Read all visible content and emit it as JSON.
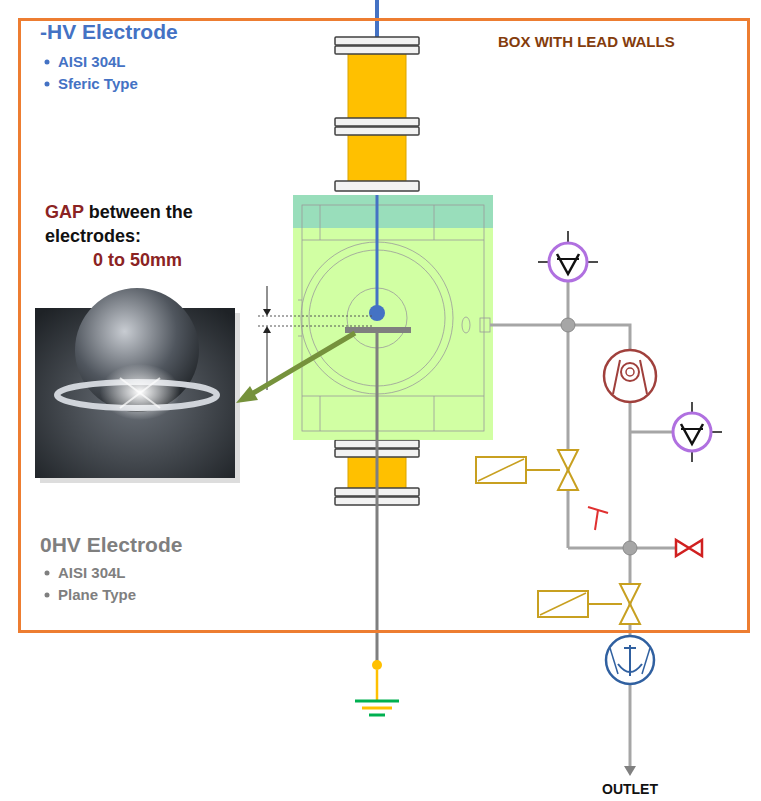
{
  "diagram": {
    "nodes": [
      {
        "text": [
          "BOX WITH LEAD WALLS"
        ]
      }
    ],
    "labels": [
      "-HV Electrode",
      "AISI 304L",
      "Sferic Type",
      "GAP",
      "between the electrodes:",
      "0 to 50mm",
      "0HV Electrode",
      "AISI 304L",
      "Plane Type",
      "OUTLET"
    ]
  }
}
